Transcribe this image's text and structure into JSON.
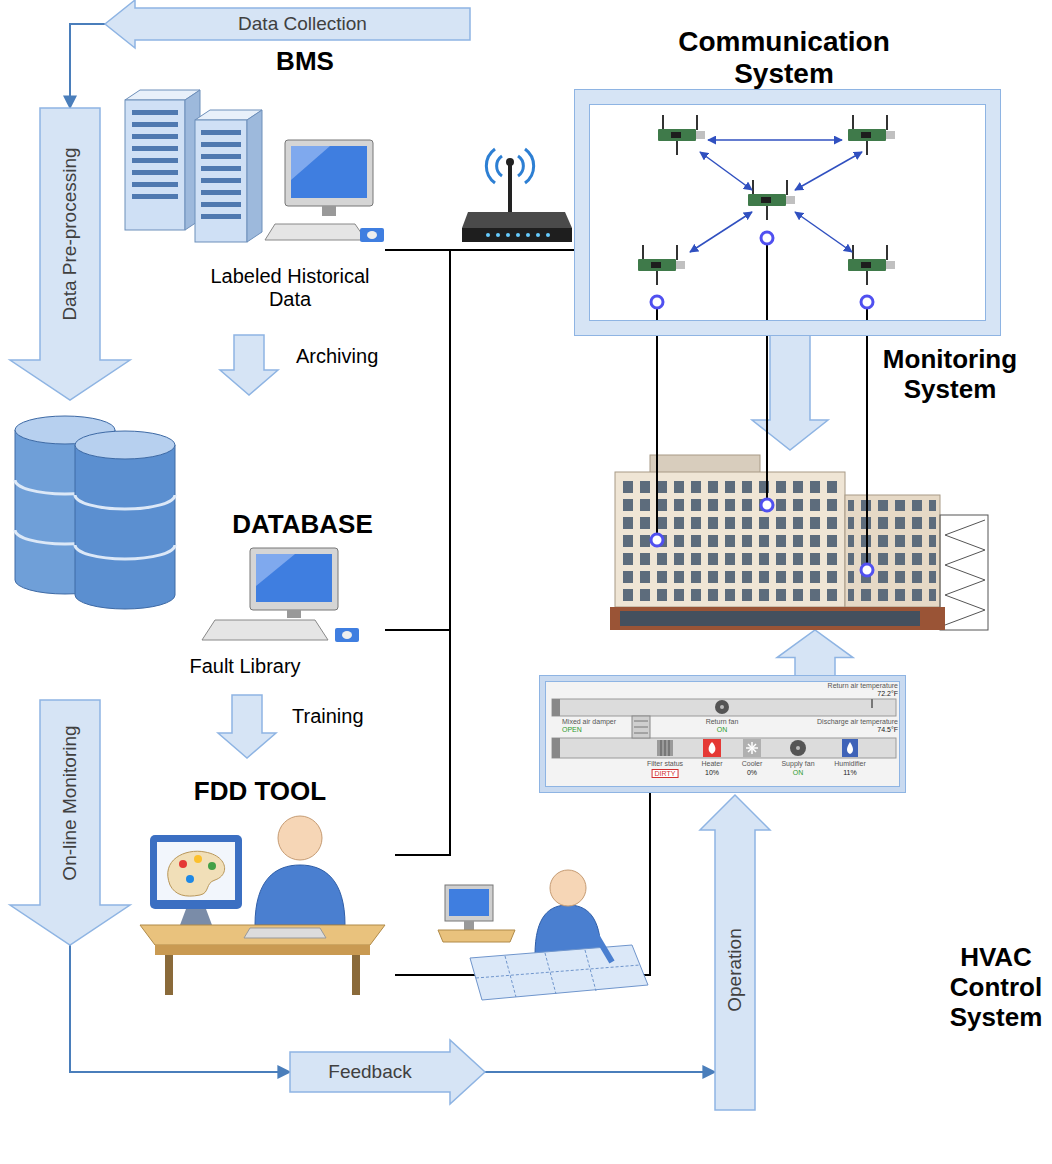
{
  "diagram": {
    "nodes": [
      {
        "text": [
          "Data Collection"
        ]
      },
      {
        "text": [
          "Communication System"
        ]
      },
      {
        "text": [
          "BMS",
          "Labeled Historical Data"
        ]
      },
      {
        "text": [
          "Data Pre-processing"
        ]
      },
      {
        "text": [
          "Archiving"
        ]
      },
      {
        "text": [
          "Monitoring System"
        ]
      },
      {
        "text": [
          "DATABASE",
          "Fault Library"
        ]
      },
      {
        "text": [
          "Training"
        ]
      },
      {
        "text": [
          "FDD TOOL"
        ]
      },
      {
        "text": [
          "On-line Monitoring"
        ]
      },
      {
        "text": [
          "HVAC Control System"
        ]
      },
      {
        "text": [
          "Operation"
        ]
      },
      {
        "text": [
          "Feedback"
        ]
      }
    ],
    "edges": [
      {
        "from": 0,
        "to": 3,
        "arrow": "to"
      },
      {
        "from": 2,
        "to": 1,
        "arrow": "none"
      },
      {
        "from": 6,
        "to": 1,
        "arrow": "none"
      },
      {
        "from": 8,
        "to": 1,
        "arrow": "none"
      },
      {
        "from": 8,
        "to": 10,
        "arrow": "none"
      },
      {
        "from": 1,
        "to": 5,
        "arrow": "to"
      },
      {
        "from": 10,
        "to": 5,
        "arrow": "to"
      },
      {
        "from": 9,
        "to": 12,
        "arrow": "to"
      },
      {
        "from": 12,
        "to": 11,
        "arrow": "to"
      }
    ],
    "labels": [
      "Return air temperature",
      "72.2°F",
      "Mixed air damper",
      "OPEN",
      "Return fan",
      "ON",
      "Discharge air temperature",
      "74.5°F",
      "Filter status",
      "DIRTY",
      "Heater",
      "10%",
      "Cooler",
      "0%",
      "Supply fan",
      "ON",
      "Humidifier",
      "11%"
    ]
  }
}
